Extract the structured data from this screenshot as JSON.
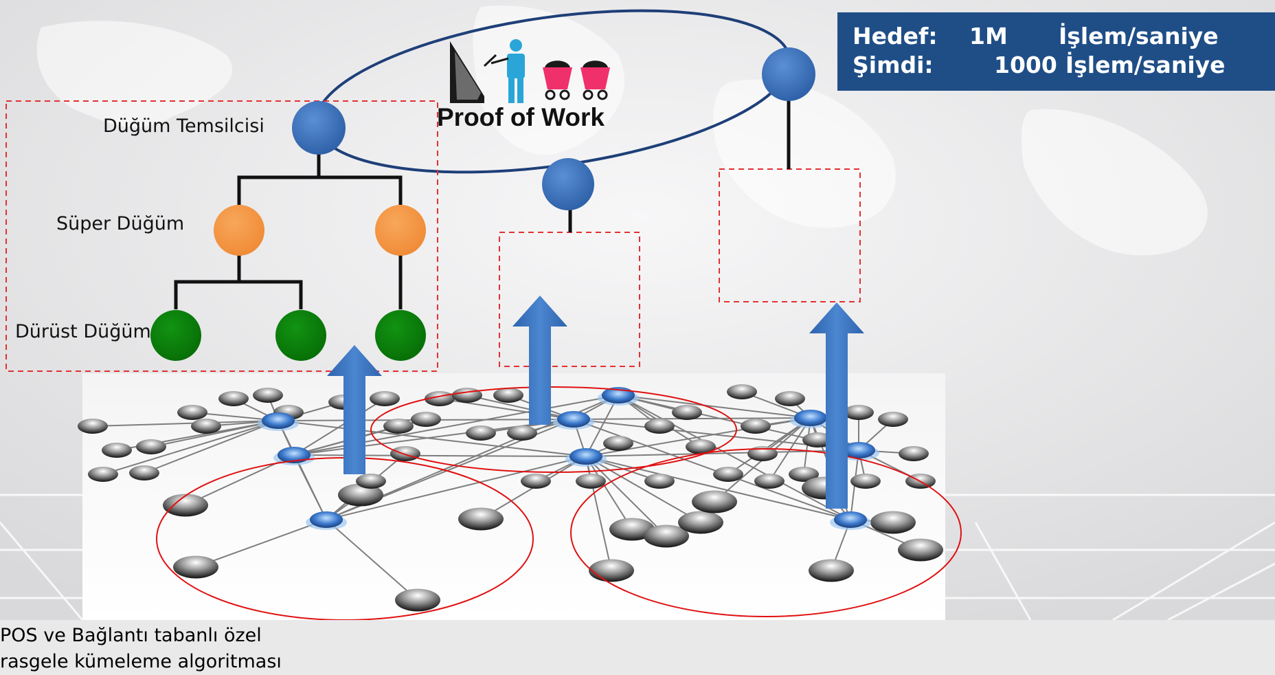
{
  "labels": {
    "node_representative": "Düğüm Temsilcisi",
    "super_node": "Süper Düğüm",
    "honest_node": "Dürüst Düğüm",
    "proof_of_work": "Proof of Work",
    "algorithm_line1": "POS ve Bağlantı tabanlı özel",
    "algorithm_line2": "rasgele kümeleme algoritması"
  },
  "target_box": {
    "row1": {
      "label": "Hedef:",
      "value": "1M",
      "unit": "İşlem/saniye"
    },
    "row2": {
      "label": "Şimdi:",
      "value": "1000",
      "unit": "İşlem/saniye"
    }
  },
  "colors": {
    "representative_node": "#3d74be",
    "super_node": "#f59a4a",
    "honest_node": "#0b800b",
    "arrow": "#3f78c3",
    "cluster_ring": "#e01010",
    "dashed_box": "#e23030",
    "target_box_bg": "#1f4e87",
    "pow_ellipse": "#1e3f78",
    "cart": "#f0306a",
    "miner": "#2aa5d8"
  },
  "icons": [
    "miner-icon",
    "mining-cart-icon"
  ]
}
